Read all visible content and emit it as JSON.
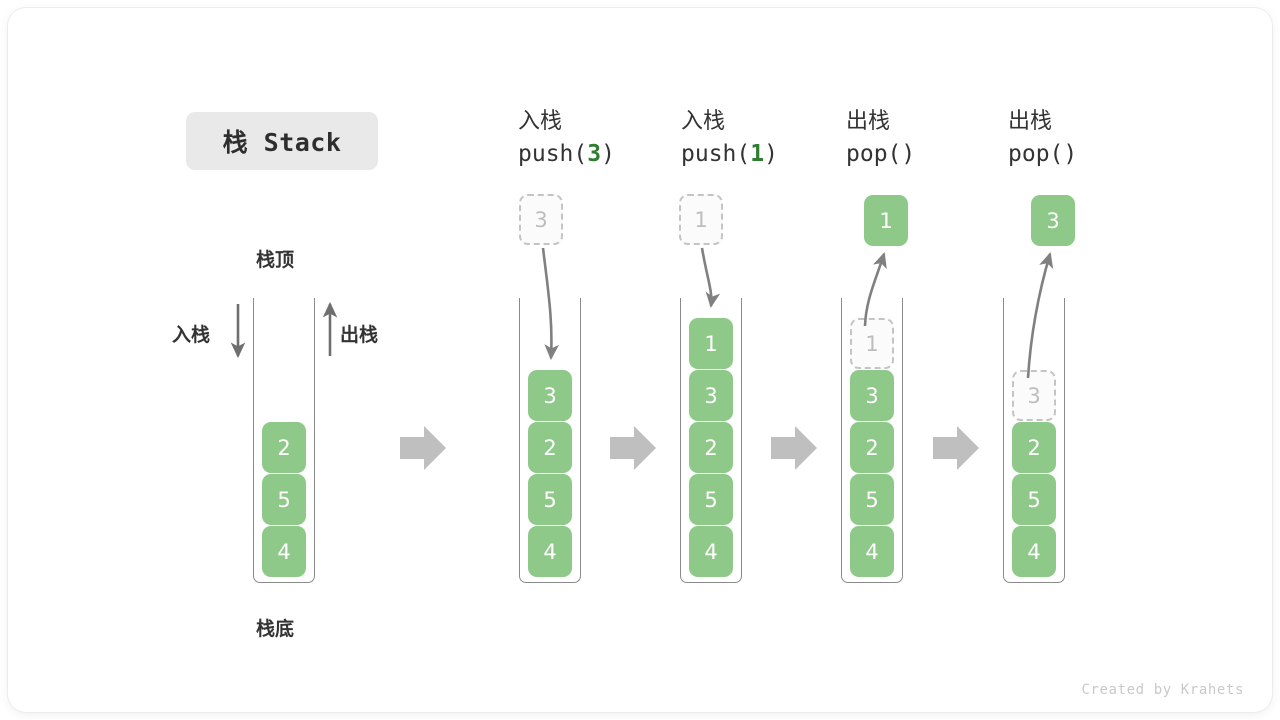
{
  "figure": {
    "title_badge": "栈 Stack",
    "watermark": "Created by Krahets",
    "accent_green": "#8ec98a",
    "accent_green_text": "#2e7d32",
    "ghost_border": "#c4c4c4",
    "outline_gray": "#8a8a8a",
    "arrow_gray": "#808080",
    "block_arrow_gray": "#bfbfbf"
  },
  "labels": {
    "top_of_stack": "栈顶",
    "bottom_of_stack": "栈底",
    "push_side": "入栈",
    "pop_side": "出栈"
  },
  "columns": [
    {
      "id": "initial",
      "head_line1": "",
      "head_line2": "",
      "head_arg": "",
      "op": "initial",
      "incoming": null,
      "outgoing": null,
      "cells": [
        "2",
        "5",
        "4"
      ],
      "ghost_index": -1
    },
    {
      "id": "push-3",
      "head_line1": "入栈",
      "head_line2_pre": "push(",
      "head_arg": "3",
      "head_line2_post": ")",
      "op": "push",
      "incoming": "3",
      "outgoing": null,
      "cells": [
        "3",
        "2",
        "5",
        "4"
      ],
      "ghost_index": -1
    },
    {
      "id": "push-1",
      "head_line1": "入栈",
      "head_line2_pre": "push(",
      "head_arg": "1",
      "head_line2_post": ")",
      "op": "push",
      "incoming": "1",
      "outgoing": null,
      "cells": [
        "1",
        "3",
        "2",
        "5",
        "4"
      ],
      "ghost_index": -1
    },
    {
      "id": "pop-1",
      "head_line1": "出栈",
      "head_line2_pre": "pop(",
      "head_arg": "",
      "head_line2_post": ")",
      "op": "pop",
      "incoming": null,
      "outgoing": "1",
      "cells": [
        "1",
        "3",
        "2",
        "5",
        "4"
      ],
      "ghost_index": 0
    },
    {
      "id": "pop-3",
      "head_line1": "出栈",
      "head_line2_pre": "pop(",
      "head_arg": "",
      "head_line2_post": ")",
      "op": "pop",
      "incoming": null,
      "outgoing": "3",
      "cells": [
        "3",
        "2",
        "5",
        "4"
      ],
      "ghost_index": 0
    }
  ]
}
